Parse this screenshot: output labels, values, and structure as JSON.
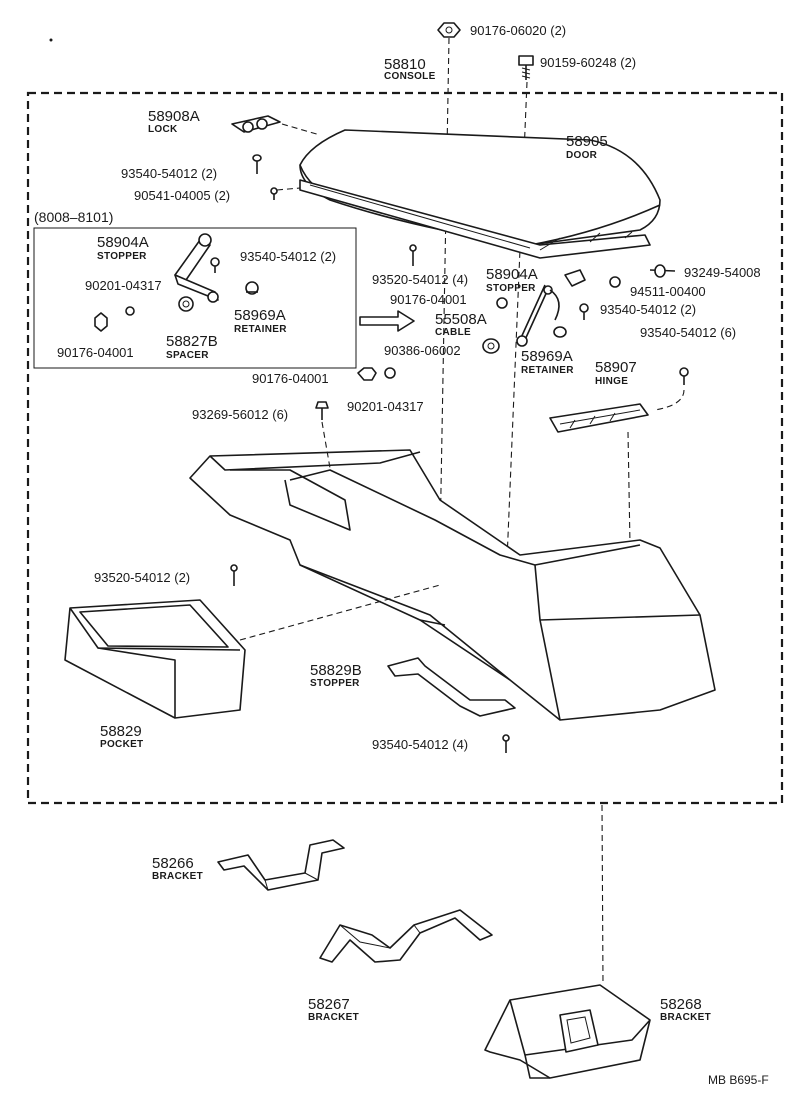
{
  "bolt_top": {
    "part": "90176-06020 (2)"
  },
  "bolt_top2": {
    "part": "90159-60248 (2)"
  },
  "console": {
    "number": "58810",
    "name": "CONSOLE"
  },
  "lock": {
    "number": "58908A",
    "name": "LOCK"
  },
  "door": {
    "number": "58905",
    "name": "DOOR"
  },
  "screw_lock": {
    "part": "93540-54012 (2)"
  },
  "screw_door": {
    "part": "90541-04005 (2)"
  },
  "inset": {
    "title": "(8008–8101)",
    "stopper": {
      "number": "58904A",
      "name": "STOPPER"
    },
    "screw": {
      "part": "93540-54012 (2)"
    },
    "washer": {
      "part": "90201-04317"
    },
    "retainer": {
      "number": "58969A",
      "name": "RETAINER"
    },
    "nut": {
      "part": "90176-04001"
    },
    "spacer": {
      "number": "58827B",
      "name": "SPACER"
    }
  },
  "screw_mid": {
    "part": "93520-54012 (4)"
  },
  "stopper2": {
    "number": "58904A",
    "name": "STOPPER"
  },
  "nut_mid": {
    "part": "90176-04001"
  },
  "cable": {
    "number": "55508A",
    "name": "CABLE"
  },
  "grommet": {
    "part": "90386-06002"
  },
  "retainer2": {
    "number": "58969A",
    "name": "RETAINER"
  },
  "screw_right1": {
    "part": "93249-54008"
  },
  "washer_right": {
    "part": "94511-00400"
  },
  "screw_right2": {
    "part": "93540-54012 (2)"
  },
  "screw_hinge": {
    "part": "93540-54012 (6)"
  },
  "hinge": {
    "number": "58907",
    "name": "HINGE"
  },
  "nut_low": {
    "part": "90176-04001"
  },
  "washer_low": {
    "part": "90201-04317"
  },
  "screw_console": {
    "part": "93269-56012 (6)"
  },
  "screw_pocket": {
    "part": "93520-54012 (2)"
  },
  "pocket": {
    "number": "58829",
    "name": "POCKET"
  },
  "stopper3": {
    "number": "58829B",
    "name": "STOPPER"
  },
  "screw_stopper": {
    "part": "93540-54012 (4)"
  },
  "bracket1": {
    "number": "58266",
    "name": "BRACKET"
  },
  "bracket2": {
    "number": "58267",
    "name": "BRACKET"
  },
  "bracket3": {
    "number": "58268",
    "name": "BRACKET"
  },
  "footer": {
    "code": "MB  B695-F"
  }
}
